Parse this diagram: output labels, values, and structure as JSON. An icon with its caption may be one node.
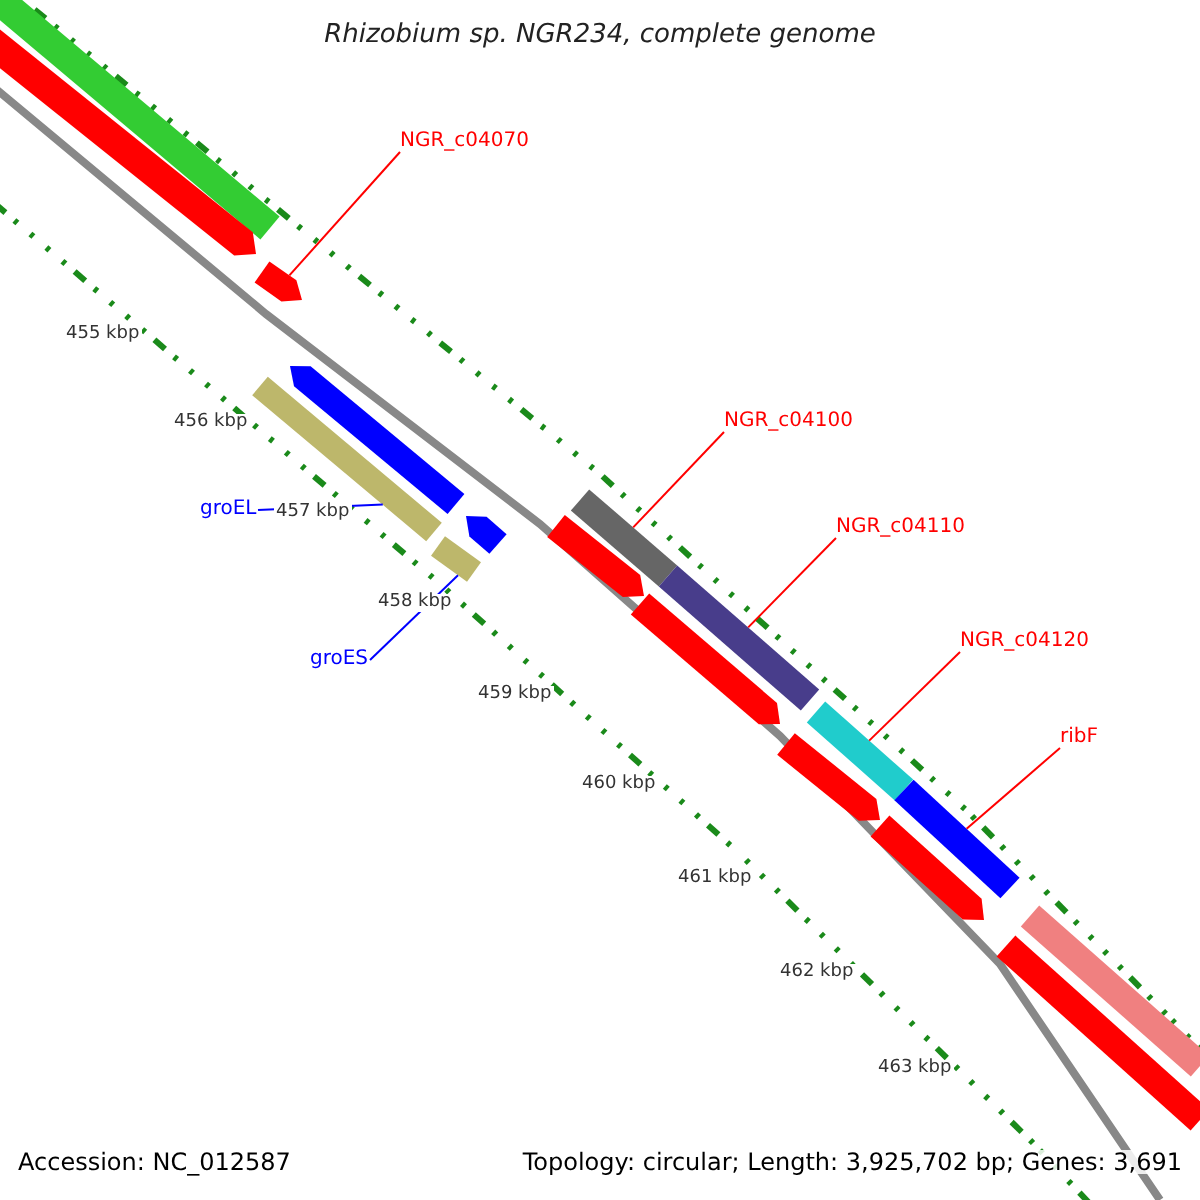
{
  "diagram": {
    "title": "Rhizobium sp. NGR234, complete genome",
    "nodes": [
      {
        "text": [
          "NGR_c04070"
        ]
      },
      {
        "text": [],
        "shape": "arrow"
      },
      {
        "text": [
          "groEL"
        ]
      },
      {
        "text": [],
        "shape": "bar"
      },
      {
        "text": [
          "groES"
        ]
      },
      {
        "text": [],
        "shape": "bar"
      },
      {
        "text": [
          "NGR_c04100"
        ]
      },
      {
        "text": [],
        "shape": "bar"
      },
      {
        "text": [
          "NGR_c04110"
        ]
      },
      {
        "text": [],
        "shape": "bar"
      },
      {
        "text": [
          "NGR_c04120"
        ]
      },
      {
        "text": [],
        "shape": "bar"
      },
      {
        "text": [
          "ribF"
        ]
      },
      {
        "text": [],
        "shape": "bar"
      },
      {
        "text": [],
        "shape": "bar"
      },
      {
        "text": [],
        "shape": "arrow"
      },
      {
        "text": [],
        "shape": "arrow"
      },
      {
        "text": [],
        "shape": "arrow"
      },
      {
        "text": [],
        "shape": "arrow"
      },
      {
        "text": [],
        "shape": "arrow"
      },
      {
        "text": [],
        "shape": "arrow"
      },
      {
        "text": [],
        "shape": "arrow"
      },
      {
        "text": [],
        "shape": "bar"
      },
      {
        "text": [],
        "shape": "bar"
      }
    ],
    "edges": [
      {
        "from": 0,
        "to": 1,
        "arrow": "none",
        "color": "#ff0000"
      },
      {
        "from": 2,
        "to": 3,
        "arrow": "none",
        "color": "#0000ff"
      },
      {
        "from": 4,
        "to": 5,
        "arrow": "none",
        "color": "#0000ff"
      },
      {
        "from": 6,
        "to": 7,
        "arrow": "none",
        "color": "#ff0000"
      },
      {
        "from": 8,
        "to": 9,
        "arrow": "none",
        "color": "#ff0000"
      },
      {
        "from": 10,
        "to": 11,
        "arrow": "none",
        "color": "#ff0000"
      },
      {
        "from": 12,
        "to": 13,
        "arrow": "none",
        "color": "#ff0000"
      }
    ],
    "labels": [
      "455 kbp",
      "456 kbp",
      "457 kbp",
      "458 kbp",
      "459 kbp",
      "460 kbp",
      "461 kbp",
      "462 kbp",
      "463 kbp",
      "Accession: NC_012587",
      "Topology: circular; Length: 3,925,702 bp; Genes: 3,691"
    ]
  }
}
